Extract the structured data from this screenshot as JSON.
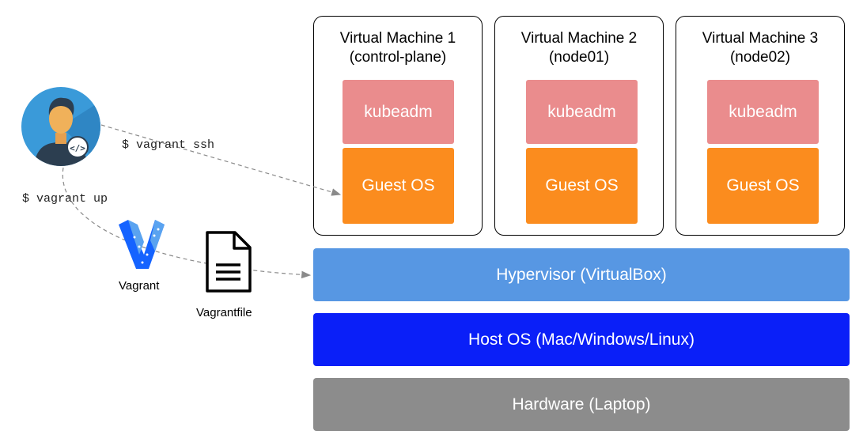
{
  "virtual_machines": [
    {
      "title_line1": "Virtual Machine 1",
      "title_line2": "(control-plane)",
      "tool": "kubeadm",
      "os": "Guest OS"
    },
    {
      "title_line1": "Virtual Machine 2",
      "title_line2": "(node01)",
      "tool": "kubeadm",
      "os": "Guest OS"
    },
    {
      "title_line1": "Virtual Machine 3",
      "title_line2": "(node02)",
      "tool": "kubeadm",
      "os": "Guest OS"
    }
  ],
  "layers": {
    "hypervisor": "Hypervisor (VirtualBox)",
    "host_os": "Host OS (Mac/Windows/Linux)",
    "hardware": "Hardware (Laptop)"
  },
  "commands": {
    "ssh": "$ vagrant ssh",
    "up": "$ vagrant up"
  },
  "labels": {
    "vagrant": "Vagrant",
    "vagrantfile": "Vagrantfile"
  },
  "icons": {
    "user": "developer-avatar-icon",
    "vagrant": "vagrant-logo-icon",
    "file": "document-icon"
  },
  "colors": {
    "kubeadm": "#ea8c8d",
    "guest_os": "#fb8c1e",
    "hypervisor": "#5797e3",
    "host_os": "#0a1ff8",
    "hardware": "#8c8c8c",
    "avatar_bg": "#3a9ad9"
  }
}
